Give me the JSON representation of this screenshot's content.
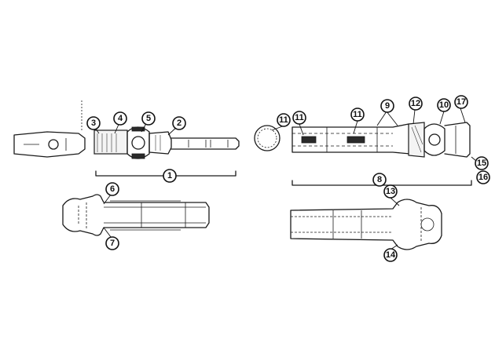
{
  "figure": {
    "callouts": [
      {
        "id": "c1",
        "label": "1"
      },
      {
        "id": "c2",
        "label": "2"
      },
      {
        "id": "c3",
        "label": "3"
      },
      {
        "id": "c4",
        "label": "4"
      },
      {
        "id": "c5",
        "label": "5"
      },
      {
        "id": "c6",
        "label": "6"
      },
      {
        "id": "c7",
        "label": "7"
      },
      {
        "id": "c8",
        "label": "8"
      },
      {
        "id": "c9",
        "label": "9"
      },
      {
        "id": "c10",
        "label": "10"
      },
      {
        "id": "c11a",
        "label": "11"
      },
      {
        "id": "c11b",
        "label": "11"
      },
      {
        "id": "c11c",
        "label": "11"
      },
      {
        "id": "c12",
        "label": "12"
      },
      {
        "id": "c13",
        "label": "13"
      },
      {
        "id": "c14",
        "label": "14"
      },
      {
        "id": "c15",
        "label": "15"
      },
      {
        "id": "c16",
        "label": "16"
      },
      {
        "id": "c17",
        "label": "17"
      }
    ]
  }
}
